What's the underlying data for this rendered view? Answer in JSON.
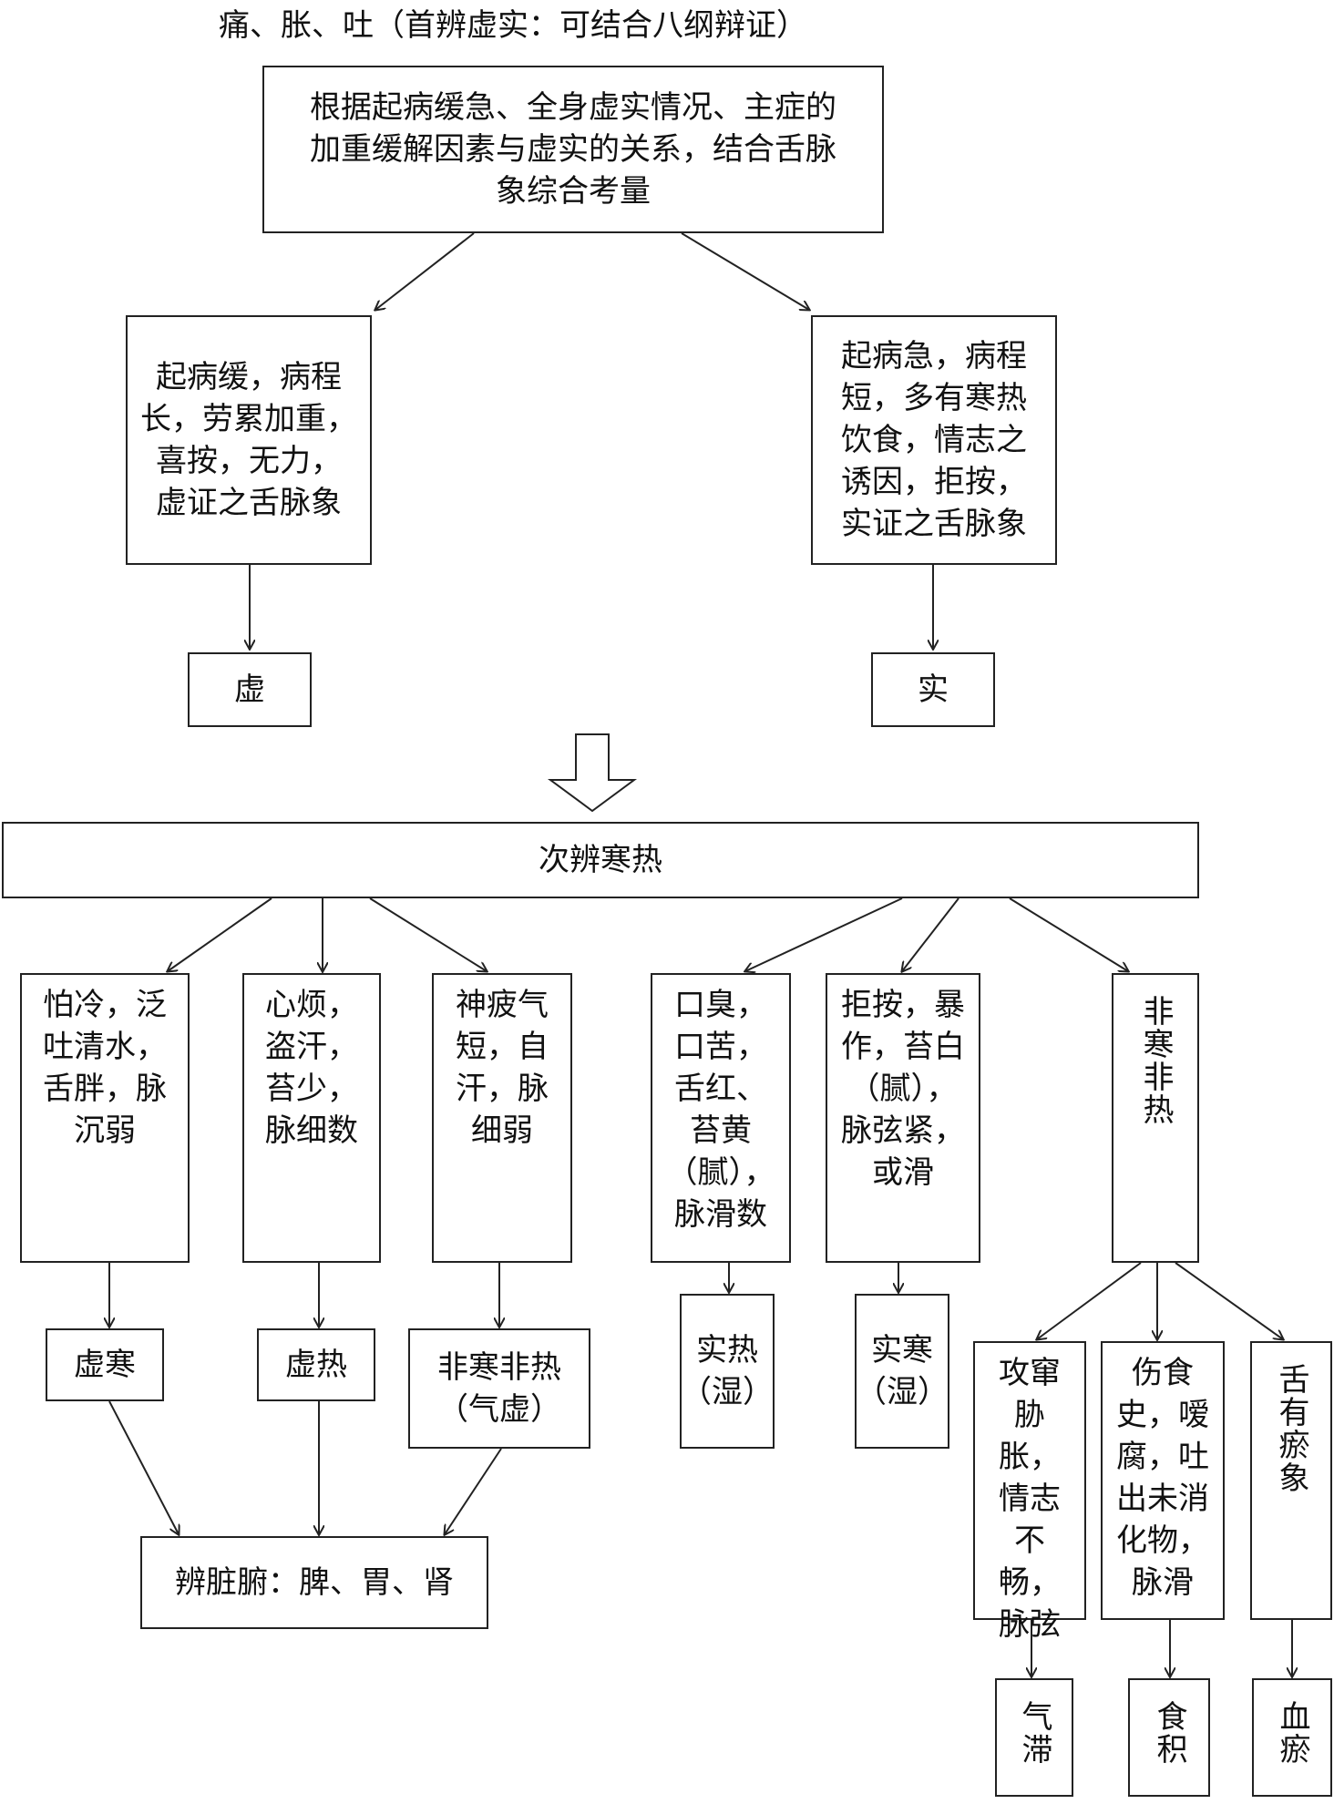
{
  "title": "痛、胀、吐（首辨虚实：可结合八纲辩证）",
  "nodes": {
    "root": "根据起病缓急、全身虚实情况、主症的\n加重缓解因素与虚实的关系，结合舌脉\n象综合考量",
    "deficiency_signs": "起病缓，病程\n长，劳累加重，\n喜按，无力，\n虚证之舌脉象",
    "excess_signs": "起病急，病程\n短，多有寒热\n饮食，情志之\n诱因，拒按，\n实证之舌脉象",
    "deficiency": "虚",
    "excess": "实",
    "cold_heat": "次辨寒热",
    "sym_cold_deficiency": "怕冷，泛\n吐清水，\n舌胖，脉\n沉弱",
    "sym_heat_deficiency": "心烦，\n盗汗，\n苔少，\n脉细数",
    "sym_qi_deficiency": "神疲气\n短，自\n汗，脉\n细弱",
    "sym_excess_heat": "口臭，\n口苦，\n舌红、\n苔黄\n（腻），\n脉滑数",
    "sym_excess_cold": "拒按，暴\n作，苔白\n（腻），\n脉弦紧，\n或滑",
    "neither": "非寒非热",
    "res_cold_deficiency": "虚寒",
    "res_heat_deficiency": "虚热",
    "res_qi_deficiency": "非寒非热\n（气虚）",
    "res_excess_heat": "实热\n（湿）",
    "res_excess_cold": "实寒\n（湿）",
    "organs": "辨脏腑：脾、胃、肾",
    "sym_qi_stagnation": "攻窜\n胁胀，\n情志\n不畅，\n脉弦",
    "sym_food_retention": "伤食\n史，嗳\n腐，吐\n出未消\n化物，\n脉滑",
    "sym_blood_stasis": "舌有瘀象",
    "res_qi_stagnation": "气滞",
    "res_food_retention": "食积",
    "res_blood_stasis": "血瘀"
  }
}
